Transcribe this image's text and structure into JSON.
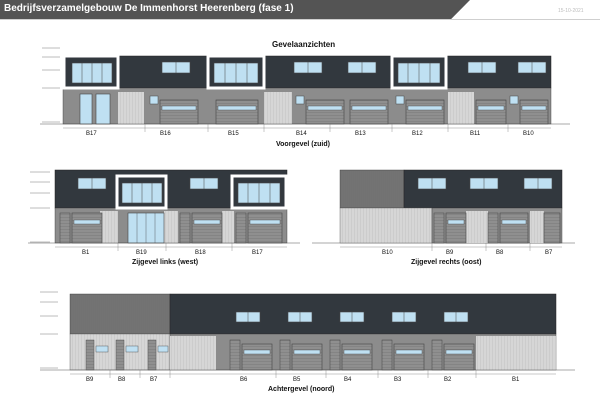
{
  "header": {
    "title": "Bedrijfsverzamelgebouw De Immenhorst Heerenberg (fase 1)",
    "date": "15-10-2021"
  },
  "sheet_title": "Gevelaanzichten",
  "elevations": {
    "voorgevel": {
      "caption": "Voorgevel (zuid)",
      "units": [
        "B17",
        "B16",
        "B15",
        "B14",
        "B13",
        "B12",
        "B11",
        "B10"
      ]
    },
    "zijgevel_links": {
      "caption": "Zijgevel links (west)",
      "units": [
        "B1",
        "B19",
        "B18",
        "B17"
      ]
    },
    "zijgevel_rechts": {
      "caption": "Zijgevel rechts (oost)",
      "units": [
        "B10",
        "B9",
        "B8",
        "B7"
      ]
    },
    "achtergevel": {
      "caption": "Achtergevel (noord)",
      "units": [
        "B9",
        "B8",
        "B7",
        "B6",
        "B5",
        "B4",
        "B3",
        "B2",
        "B1"
      ]
    }
  },
  "colors": {
    "header": "#545454",
    "roof_dark": "#2f343a",
    "wall_grey": "#8e8e8e",
    "glass": "#bfe0f2",
    "frame": "#444444"
  }
}
